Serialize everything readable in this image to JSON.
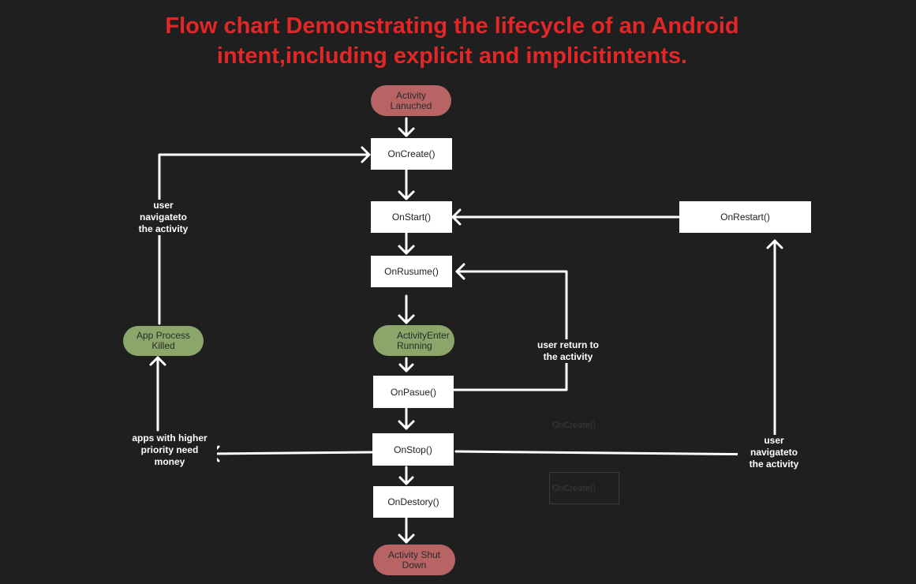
{
  "title": {
    "line1": "Flow chart Demonstrating the lifecycle of an Android",
    "line2": "intent,including explicit and implicitintents."
  },
  "nodes": {
    "activity_launched": "Activity\nLanuched",
    "on_create": "OnCreate()",
    "on_start": "OnStart()",
    "on_resume": "OnRusume()",
    "activity_running": "ActivityEnter\nRunning",
    "on_pause": "OnPasue()",
    "on_stop": "OnStop()",
    "on_destroy": "OnDestory()",
    "activity_shut_down": "Activity Shut\nDown",
    "on_restart": "OnRestart()",
    "app_process_killed": "App Process\nKilled"
  },
  "edge_labels": {
    "user_navigate_left": "user\nnavigateto\nthe activity",
    "user_return": "user return to\nthe activity",
    "apps_higher_priority": "apps with higher\npriority need\nmoney",
    "user_navigate_right": "user\nnavigateto\nthe activity"
  },
  "ghost_text": {
    "ghost_1": "OnCreate()",
    "ghost_2": "OnCreate()"
  },
  "colors": {
    "title": "#e32626",
    "background": "#1f1f1f",
    "terminal_red": "#b86464",
    "state_green": "#8aa66a",
    "box": "#ffffff",
    "edge": "#ffffff"
  }
}
